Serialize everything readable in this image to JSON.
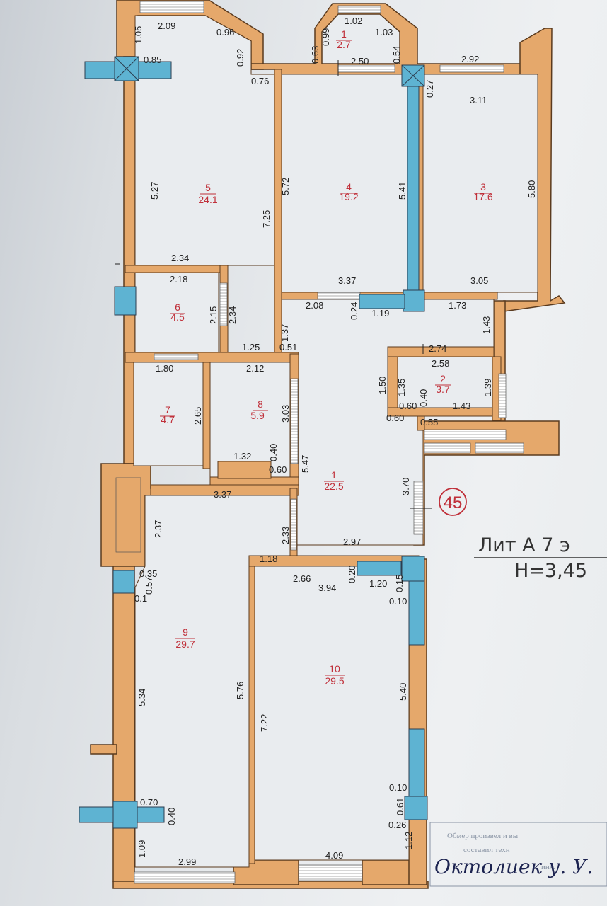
{
  "plan": {
    "colors": {
      "wall": "#e5a86b",
      "wall_edge": "#5a3a1e",
      "window": "#5eb3d2",
      "room": "#e9ecef",
      "label_red": "#c0303a"
    },
    "rooms": [
      {
        "id": "room-1-hall",
        "number": "1",
        "area": "22.5"
      },
      {
        "id": "room-1-bay",
        "number": "1",
        "area": "2.7"
      },
      {
        "id": "room-2",
        "number": "2",
        "area": "3.7"
      },
      {
        "id": "room-3",
        "number": "3",
        "area": "17.6"
      },
      {
        "id": "room-4",
        "number": "4",
        "area": "19.2"
      },
      {
        "id": "room-5",
        "number": "5",
        "area": "24.1"
      },
      {
        "id": "room-6",
        "number": "6",
        "area": "4.5"
      },
      {
        "id": "room-7",
        "number": "7",
        "area": "4.7"
      },
      {
        "id": "room-8",
        "number": "8",
        "area": "5.9"
      },
      {
        "id": "room-9",
        "number": "9",
        "area": "29.7"
      },
      {
        "id": "room-10",
        "number": "10",
        "area": "29.5"
      }
    ],
    "dimensions": [
      "2.09",
      "1.05",
      "0.96",
      "0.92",
      "0.85",
      "0.76",
      "1.02",
      "0.99",
      "0.63",
      "1.03",
      "0.54",
      "2.50",
      "2.92",
      "0.27",
      "3.11",
      "5.27",
      "7.25",
      "5.72",
      "5.41",
      "5.80",
      "3.37",
      "3.05",
      "2.34",
      "2.18",
      "2.15",
      "2.34",
      "1.37",
      "0.51",
      "1.25",
      "2.08",
      "0.24",
      "1.19",
      "1.73",
      "1.43",
      "2.74",
      "2.58",
      "1.50",
      "1.35",
      "1.39",
      "0.60",
      "0.40",
      "1.43",
      "0.60",
      "0.55",
      "1.80",
      "2.65",
      "2.12",
      "3.03",
      "1.32",
      "0.40",
      "0.60",
      "5.47",
      "3.70",
      "3.37",
      "2.37",
      "2.33",
      "1.18",
      "2.97",
      "0.35",
      "0.57",
      "0.1",
      "2.66",
      "3.94",
      "0.20",
      "1.20",
      "0.15",
      "0.10",
      "5.34",
      "5.76",
      "7.22",
      "5.40",
      "0.70",
      "0.40",
      "0.10",
      "0.61",
      "0.26",
      "1.09",
      "2.99",
      "4.09",
      "1.12"
    ],
    "apartment_number": "45",
    "title_line": "Лит А 7 э",
    "height_line": "H=3,45",
    "stamp_lines": [
      "Обмер произвел и вы",
      "составил техн",
      "инж"
    ],
    "signature": "Октолиек у. У."
  }
}
